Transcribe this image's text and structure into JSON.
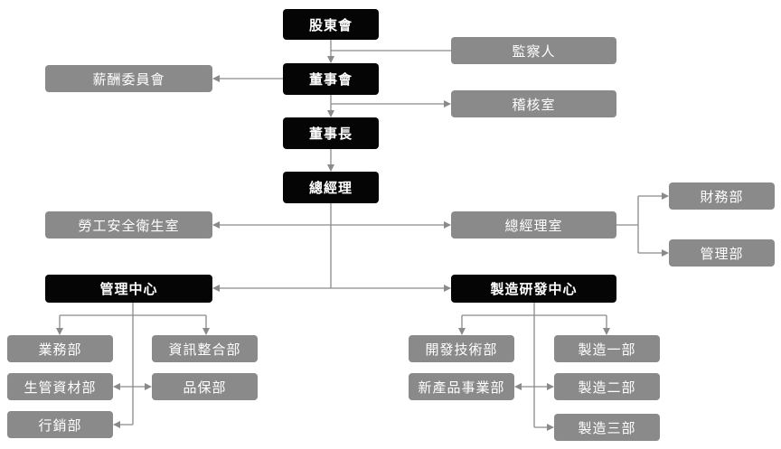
{
  "nodes": {
    "shareholders": "股東會",
    "supervisors": "監察人",
    "remuneration_committee": "薪酬委員會",
    "board": "董事會",
    "audit_office": "稽核室",
    "chairman": "董事長",
    "general_manager": "總經理",
    "safety_office": "勞工安全衛生室",
    "gm_office": "總經理室",
    "finance_dept": "財務部",
    "management_dept": "管理部",
    "management_center": "管理中心",
    "mfg_rd_center": "製造研發中心",
    "sales_dept": "業務部",
    "info_integration_dept": "資訊整合部",
    "production_material_dept": "生管資材部",
    "qa_dept": "品保部",
    "marketing_dept": "行銷部",
    "dev_tech_dept": "開發技術部",
    "mfg_dept_1": "製造一部",
    "new_product_dept": "新產品事業部",
    "mfg_dept_2": "製造二部",
    "mfg_dept_3": "製造三部"
  },
  "colors": {
    "primary_box": "#050505",
    "secondary_box": "#8a8a8a",
    "connector": "#8a8a8a",
    "text": "#ffffff"
  }
}
